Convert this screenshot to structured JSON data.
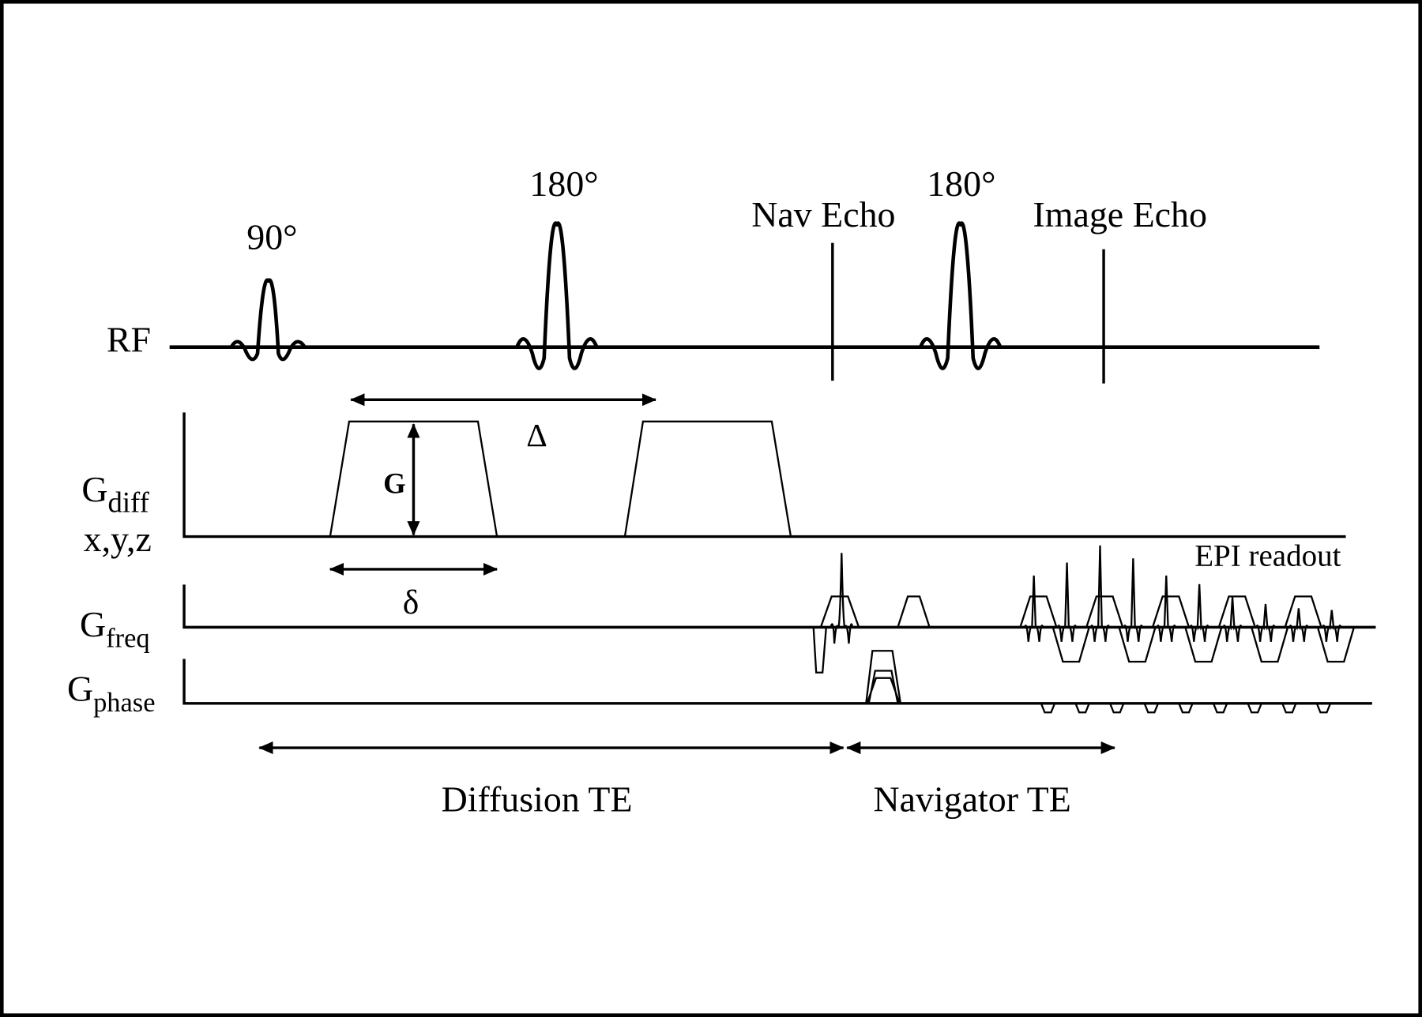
{
  "labels": {
    "rf": "RF",
    "pulse_90": "90°",
    "pulse_180_a": "180°",
    "pulse_180_b": "180°",
    "nav_echo": "Nav Echo",
    "image_echo": "Image Echo",
    "g_diff_main": "G",
    "g_diff_sub": "diff",
    "g_diff_axes": "x,y,z",
    "g_freq_main": "G",
    "g_freq_sub": "freq",
    "g_phase_main": "G",
    "g_phase_sub": "phase",
    "gradient_amp": "G",
    "big_delta": "Δ",
    "small_delta": "δ",
    "epi_readout": "EPI readout",
    "diffusion_te": "Diffusion TE",
    "navigator_te": "Navigator TE"
  },
  "epi": {
    "lobe_count": 5,
    "echo_relative_amplitudes": [
      0.6,
      0.75,
      0.95,
      0.8,
      0.6,
      0.5,
      0.35,
      0.27,
      0.22,
      0.2
    ]
  }
}
